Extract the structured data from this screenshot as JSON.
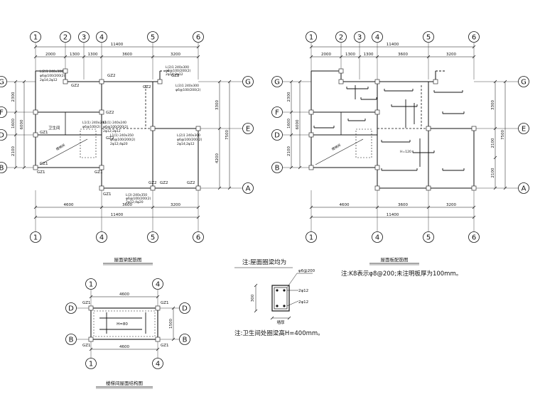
{
  "left_plan": {
    "axes_top": [
      "1",
      "2",
      "3",
      "4",
      "5",
      "6"
    ],
    "axes_bottom": [
      "1",
      "4",
      "5",
      "6"
    ],
    "axes_left": [
      "G",
      "F",
      "D",
      "B"
    ],
    "axes_right": [
      "G",
      "E",
      "A"
    ],
    "dims_top_total": "11400",
    "dims_top": [
      "2000",
      "1300",
      "1300",
      "3600",
      "3200"
    ],
    "dims_bottom": [
      "4600",
      "3600",
      "3200"
    ],
    "dims_bottom_total": "11400",
    "dims_left": [
      "2300",
      "1600",
      "2100"
    ],
    "dims_left_total": "6000",
    "dims_right": [
      "3300",
      "4200"
    ],
    "dims_right_total": "7500",
    "columns": [
      "GZ2",
      "GZ2",
      "GZ2",
      "GZ2",
      "GZ1",
      "GZ1",
      "GZ2",
      "GZ2",
      "GZ2",
      "GZ1",
      "GZ1",
      "GZ1",
      "GZ2",
      "GZ2"
    ],
    "beams": [
      "L(2)1 240x300",
      "φ6@100/200(2)",
      "2φ14;2φ12",
      "L(3)1 240x300",
      "φ6@100/200(2)",
      "2φ14;2φ12",
      "L1(1) 240x240",
      "φ6@100(2)",
      "L1(1) 240x240",
      "φ6@100/200(2)",
      "2φ12;2φ12",
      "L1(1) 240x350",
      "φ6@100/200(2)",
      "2φ12;4φ20",
      "L(3)1 240x300",
      "φ6@100/200(2)",
      "L(3) 240x350",
      "φ6@100/200(2)",
      "2φ12;4φ20",
      "L(2)1 240x300",
      "φ6@100/200(2)",
      "2φ14;2φ12"
    ],
    "room": "卫生间",
    "stair": "楼梯间",
    "title": "屋面梁配筋图"
  },
  "right_plan": {
    "axes_top": [
      "1",
      "2",
      "3",
      "4",
      "5",
      "6"
    ],
    "axes_bottom": [
      "1",
      "4",
      "5",
      "6"
    ],
    "axes_left": [
      "G",
      "F",
      "D",
      "B"
    ],
    "axes_right": [
      "G",
      "E",
      "A"
    ],
    "dims_top_total": "11400",
    "dims_top": [
      "2000",
      "1300",
      "1300",
      "3600",
      "3200"
    ],
    "dims_bottom": [
      "4600",
      "3600",
      "3200"
    ],
    "dims_bottom_total": "11400",
    "dims_left": [
      "2300",
      "1600",
      "2100"
    ],
    "dims_left_total": "6000",
    "dims_right": [
      "3300",
      "2100",
      "2100"
    ],
    "dims_right_total": "7500",
    "stair": "楼梯间",
    "slab": "H=120",
    "title": "屋面板配筋图",
    "note": "注:K8表示φ8@200;未注明板厚为100mm。"
  },
  "stair_roof": {
    "axes_top": [
      "1",
      "4"
    ],
    "axes_bottom": [
      "1",
      "4"
    ],
    "axes_side": [
      "D",
      "B"
    ],
    "dims_top": "4600",
    "dims_bottom": "4600",
    "dims_side": "1500",
    "columns": [
      "GZ1",
      "GZ1",
      "GZ1",
      "GZ1"
    ],
    "slab": "H=80",
    "title": "楼梯间屋面结构图"
  },
  "section": {
    "title": "注:屋面圈梁均为",
    "stirrup": "φ6@200",
    "top_bars": "2φ12",
    "bottom_bars": "2φ12",
    "height": "300",
    "width": "墙厚",
    "note": "注:卫生间处圈梁高H=400mm。"
  }
}
